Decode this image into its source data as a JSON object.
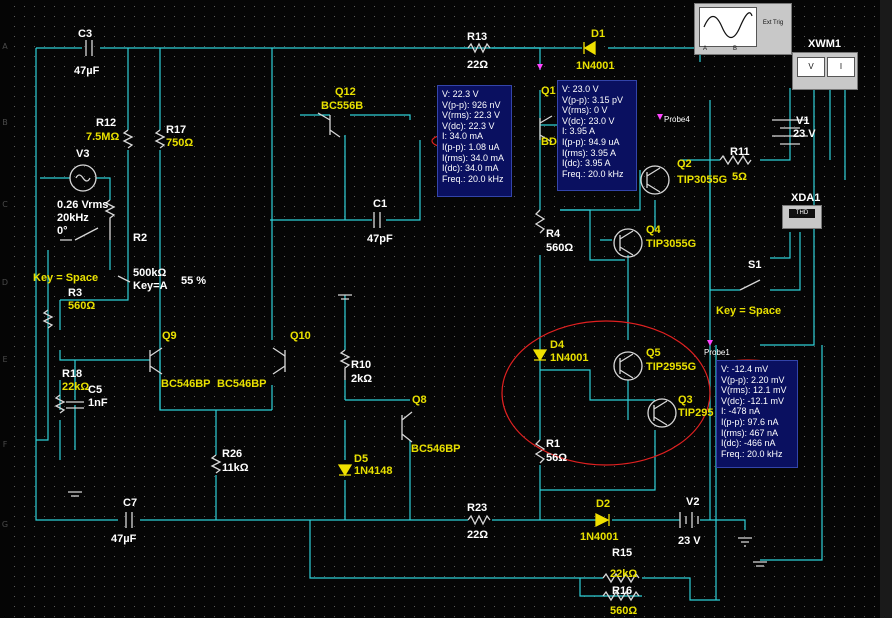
{
  "components": {
    "C3": {
      "ref": "C3",
      "value": "47µF"
    },
    "R12": {
      "ref": "R12",
      "value": "7.5MΩ"
    },
    "R17": {
      "ref": "R17",
      "value": "750Ω"
    },
    "V3": {
      "ref": "V3",
      "value": "0.26 Vrms",
      "freq": "20kHz",
      "phase": "0°"
    },
    "R2": {
      "ref": "R2",
      "value": "500kΩ",
      "key": "Key=A",
      "pct": "55 %"
    },
    "key_space_left": "Key = Space",
    "R3": {
      "ref": "R3",
      "value": "560Ω"
    },
    "R18": {
      "ref": "R18",
      "value": "22kΩ"
    },
    "C5": {
      "ref": "C5",
      "value": "1nF"
    },
    "Q9": {
      "ref": "Q9",
      "model": "BC546BP"
    },
    "Q10": {
      "ref": "Q10",
      "model": "BC546BP"
    },
    "Q12": {
      "ref": "Q12",
      "model": "BC556B"
    },
    "C1": {
      "ref": "C1",
      "value": "47pF"
    },
    "R10": {
      "ref": "R10",
      "value": "2kΩ"
    },
    "D5": {
      "ref": "D5",
      "model": "1N4148"
    },
    "Q8": {
      "ref": "Q8",
      "model": "BC546BP"
    },
    "R26": {
      "ref": "R26",
      "value": "11kΩ"
    },
    "C7": {
      "ref": "C7",
      "value": "47µF"
    },
    "R13": {
      "ref": "R13",
      "value": "22Ω"
    },
    "D1": {
      "ref": "D1",
      "model": "1N4001"
    },
    "Q1": {
      "ref": "Q1",
      "model": "BD"
    },
    "R4": {
      "ref": "R4",
      "value": "560Ω"
    },
    "D4": {
      "ref": "D4",
      "model": "1N4001"
    },
    "R1": {
      "ref": "R1",
      "value": "56Ω"
    },
    "R23": {
      "ref": "R23",
      "value": "22Ω"
    },
    "D2": {
      "ref": "D2",
      "model": "1N4001"
    },
    "V2": {
      "ref": "V2",
      "value": "23 V"
    },
    "R15": {
      "ref": "R15",
      "value": "22kΩ"
    },
    "R16": {
      "ref": "R16",
      "value": "560Ω"
    },
    "Q2": {
      "ref": "Q2",
      "model": "TIP3055G"
    },
    "Q4": {
      "ref": "Q4",
      "model": "TIP3055G"
    },
    "Q5": {
      "ref": "Q5",
      "model": "TIP2955G"
    },
    "Q3": {
      "ref": "Q3",
      "model": "TIP295"
    },
    "R11": {
      "ref": "R11",
      "value": "5Ω"
    },
    "V1": {
      "ref": "V1",
      "value": "23 V"
    },
    "S1": {
      "ref": "S1",
      "key": "Key = Space"
    },
    "XWM1": "XWM1",
    "XDA1": "XDA1",
    "probe4": "Probe4",
    "probe1": "Probe1"
  },
  "instruments": {
    "scope_ext_trig": "Ext Trig",
    "scope_a": "A",
    "scope_b": "B",
    "wattmeter_v": "V",
    "wattmeter_i": "I",
    "distortion_label": "THD"
  },
  "probes": [
    {
      "id": "probe-q12",
      "lines": [
        "V: 22.3 V",
        "V(p-p): 926 nV",
        "V(rms): 22.3 V",
        "V(dc): 22.3 V",
        "I: 34.0 mA",
        "I(p-p): 1.08 uA",
        "I(rms): 34.0 mA",
        "I(dc): 34.0 mA",
        "Freq.: 20.0 kHz"
      ]
    },
    {
      "id": "probe4",
      "lines": [
        "V: 23.0 V",
        "V(p-p): 3.15 pV",
        "V(rms): 0 V",
        "V(dc): 23.0 V",
        "I: 3.95 A",
        "I(p-p): 94.9 uA",
        "I(rms): 3.95 A",
        "I(dc): 3.95 A",
        "Freq.: 20.0 kHz"
      ]
    },
    {
      "id": "probe1",
      "lines": [
        "V: -12.4 mV",
        "V(p-p): 2.20 mV",
        "V(rms): 12.1 mV",
        "V(dc): -12.1 mV",
        "I: -478 nA",
        "I(p-p): 97.6 nA",
        "I(rms): 467 nA",
        "I(dc): -466 nA",
        "Freq.: 20.0 kHz"
      ]
    }
  ],
  "ruler_letters": [
    "A",
    "B",
    "C",
    "D",
    "E",
    "F",
    "G"
  ],
  "colors": {
    "wire": "#2fd0d8",
    "label": "#e8e000",
    "probe_bg": "#0a1060",
    "highlight": "#e02020",
    "probe_marker": "#ff44ff"
  }
}
